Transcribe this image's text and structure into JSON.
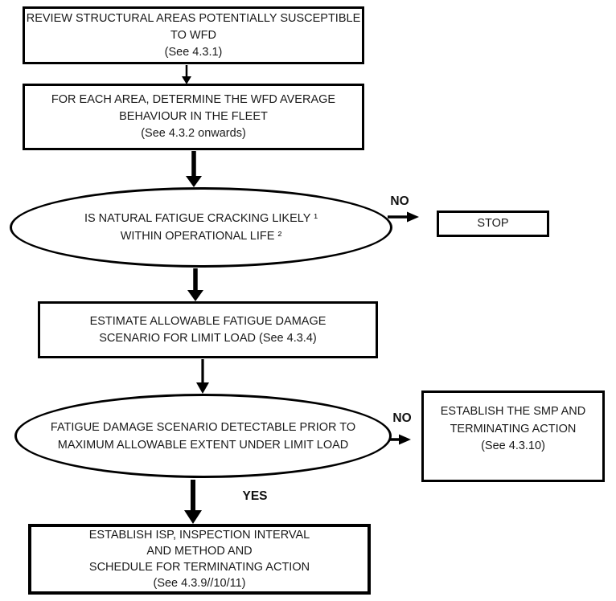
{
  "flowchart": {
    "nodes": {
      "review": {
        "lines": [
          "REVIEW STRUCTURAL AREAS POTENTIALLY SUSCEPTIBLE",
          "TO WFD",
          "(See 4.3.1)"
        ]
      },
      "determine": {
        "lines": [
          "FOR EACH AREA, DETERMINE THE WFD AVERAGE",
          "BEHAVIOUR IN THE FLEET",
          "(See 4.3.2 onwards)"
        ]
      },
      "cracking_decision": {
        "lines": [
          "IS NATURAL FATIGUE CRACKING LIKELY ¹",
          "WITHIN OPERATIONAL LIFE ²"
        ]
      },
      "stop": {
        "label": "STOP"
      },
      "estimate": {
        "lines": [
          "ESTIMATE ALLOWABLE FATIGUE DAMAGE",
          "SCENARIO FOR LIMIT LOAD (See 4.3.4)"
        ]
      },
      "detectable_decision": {
        "lines": [
          "FATIGUE DAMAGE SCENARIO DETECTABLE PRIOR TO",
          "MAXIMUM ALLOWABLE EXTENT UNDER LIMIT LOAD"
        ]
      },
      "smp": {
        "lines": [
          "ESTABLISH THE SMP AND",
          "TERMINATING ACTION",
          "(See 4.3.10)"
        ]
      },
      "isp": {
        "lines": [
          "ESTABLISH ISP, INSPECTION INTERVAL",
          "AND METHOD AND",
          "SCHEDULE FOR TERMINATING ACTION",
          "(See 4.3.9//10/11)"
        ]
      }
    },
    "edge_labels": {
      "no_to_stop": "NO",
      "no_to_smp": "NO",
      "yes": "YES"
    },
    "colors": {
      "ink": "#000000",
      "background": "#ffffff"
    }
  }
}
